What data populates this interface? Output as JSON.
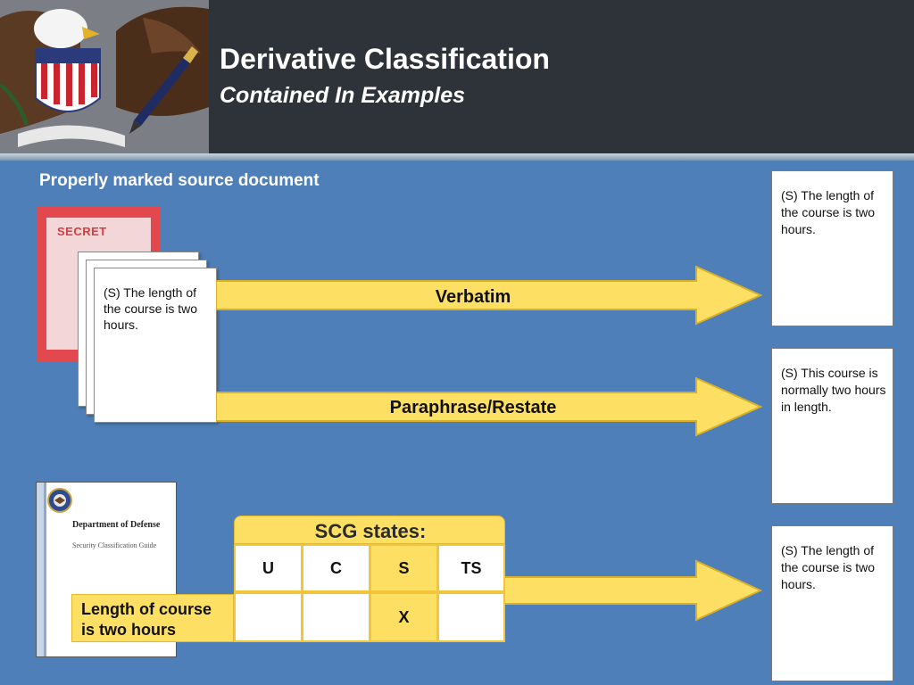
{
  "header": {
    "title": "Derivative Classification",
    "subtitle": "Contained In Examples"
  },
  "section_label": "Properly marked source document",
  "source_doc": {
    "marking": "SECRET",
    "portion_text": "(S) The length of the course is two hours."
  },
  "arrows": [
    {
      "label": "Verbatim"
    },
    {
      "label": "Paraphrase/Restate"
    }
  ],
  "results": [
    {
      "text": "(S) The length of the course is two hours."
    },
    {
      "text": "(S) This course is normally two hours in length."
    },
    {
      "text": "(S) The length of the course is two hours."
    }
  ],
  "scg_doc": {
    "title": "Department of Defense",
    "subtitle": "Security Classification Guide"
  },
  "scg_table": {
    "header": "SCG states:",
    "columns": [
      "U",
      "C",
      "S",
      "TS"
    ],
    "row_label": "Length of course is two hours",
    "row_values": [
      "",
      "",
      "X",
      ""
    ]
  },
  "colors": {
    "header_bg": "#2d3338",
    "main_bg": "#4f7fb8",
    "accent_yellow": "#fde063",
    "secret_red": "#e2484e"
  }
}
